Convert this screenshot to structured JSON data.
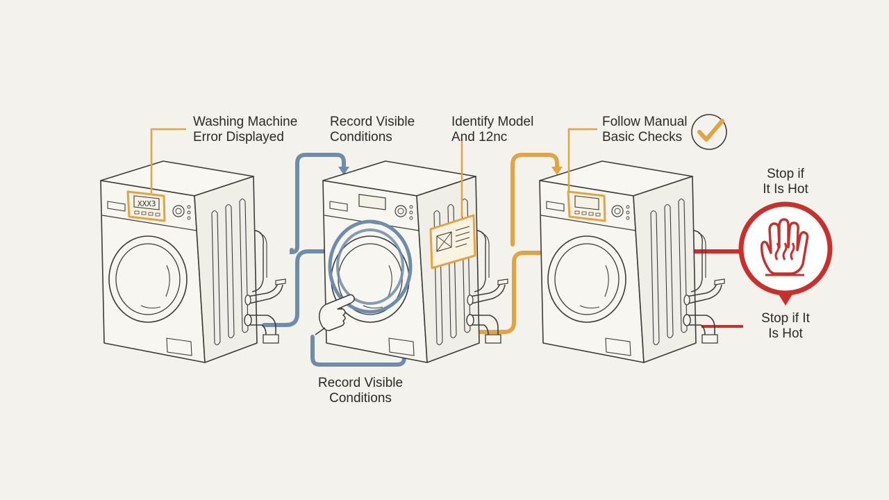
{
  "steps": {
    "error": {
      "line1": "Washing Machine",
      "line2": "Error Displayed",
      "display_code": "XXX3"
    },
    "record_top": {
      "line1": "Record Visible",
      "line2": "Conditions"
    },
    "identify": {
      "line1": "Identify Model",
      "line2": "And 12nc"
    },
    "manual": {
      "line1": "Follow Manual",
      "line2": "Basic Checks"
    },
    "record_bottom": {
      "line1": "Record Visible",
      "line2": "Conditions"
    },
    "stop_top": {
      "line1": "Stop if",
      "line2": "It Is Hot"
    },
    "stop_bottom": {
      "line1": "Stop if It",
      "line2": "Is Hot"
    }
  },
  "icons": {
    "display_highlight": "display-highlight-icon",
    "rating_label": "rating-label-icon",
    "pointing_hand": "pointing-hand-icon",
    "checkmark": "checkmark-icon",
    "hot_hand": "hot-hand-warning-icon"
  },
  "colors": {
    "background": "#f3f2ec",
    "line": "#3a3a3a",
    "orange": "#e2a341",
    "blue": "#6f8caa",
    "red": "#c9302c",
    "text": "#2a2a2a"
  }
}
